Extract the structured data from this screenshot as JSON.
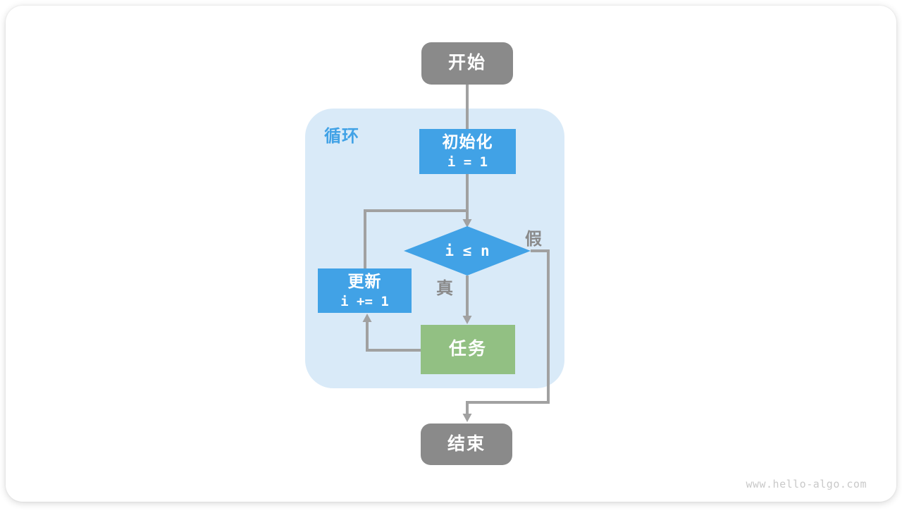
{
  "diagram": {
    "loop_label": "循环",
    "nodes": [
      {
        "id": "start",
        "type": "terminal",
        "label": "开始"
      },
      {
        "id": "init",
        "type": "process",
        "label": "初始化",
        "code": "i = 1"
      },
      {
        "id": "cond",
        "type": "decision",
        "label": "i ≤ n"
      },
      {
        "id": "update",
        "type": "process",
        "label": "更新",
        "code": "i += 1"
      },
      {
        "id": "task",
        "type": "process",
        "label": "任务"
      },
      {
        "id": "end",
        "type": "terminal",
        "label": "结束"
      }
    ],
    "edge_labels": {
      "true_branch": "真",
      "false_branch": "假"
    },
    "colors": {
      "terminal_gray": "#8a8a8a",
      "process_blue": "#41a2e6",
      "task_green": "#92c083",
      "loop_container": "#d9eaf8",
      "loop_label_blue": "#41a2e6",
      "connector_gray": "#a1a1a1",
      "branch_label_gray": "#8a8a8a",
      "watermark_gray": "#c9c9c9"
    }
  },
  "footer": {
    "watermark": "www.hello-algo.com"
  }
}
